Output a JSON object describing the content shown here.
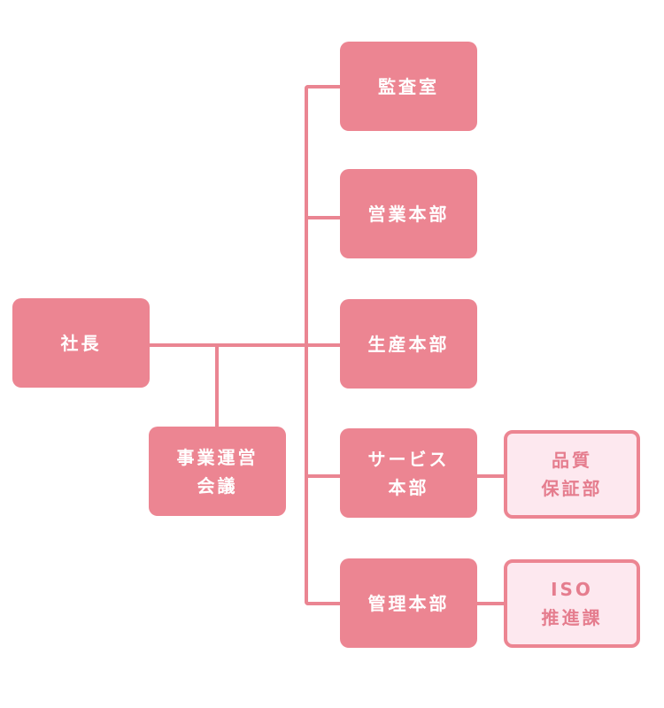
{
  "nodes": {
    "president": "社長",
    "business_council": "事業運営\n会議",
    "audit_office": "監査室",
    "sales_hq": "営業本部",
    "production_hq": "生産本部",
    "service_hq": "サービス\n本部",
    "management_hq": "管理本部",
    "quality_assurance": "品質\n保証部",
    "iso_section": "ISO\n推進課"
  },
  "colors": {
    "node_fill": "#ec8592",
    "node_text": "#ffffff",
    "connector": "#ea8592",
    "sub_node_fill": "#fde8ef",
    "sub_node_border": "#ec8592",
    "sub_node_text": "#e57d8e"
  }
}
